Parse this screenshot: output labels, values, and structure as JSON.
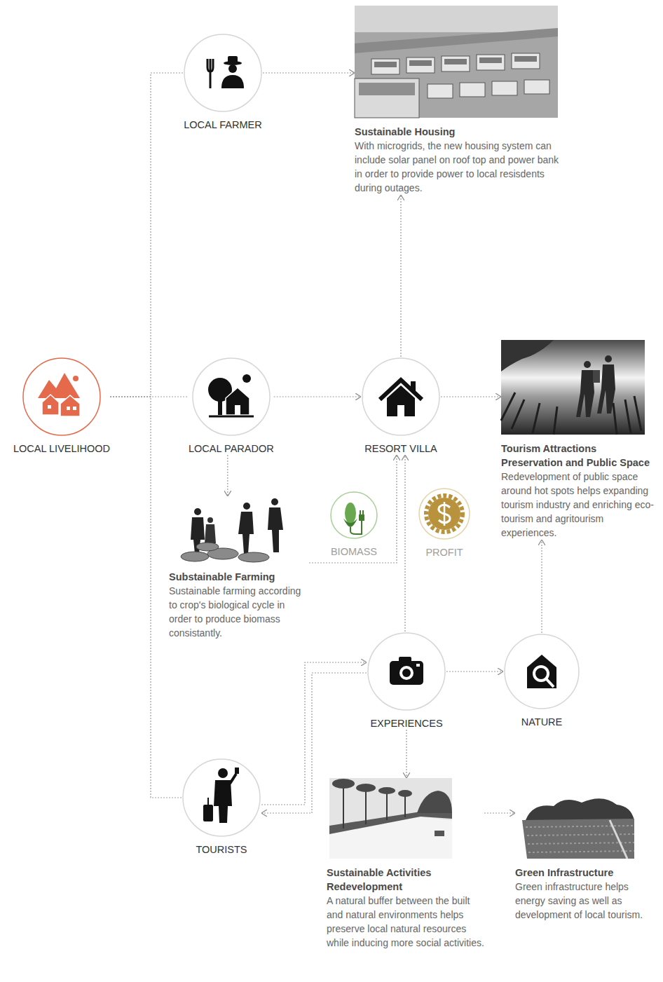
{
  "diagram": {
    "nodes": [
      {
        "text": [
          "LOCAL FARMER"
        ]
      },
      {
        "text": [
          "Sustainable Housing",
          "With microgrids, the new housing system can include solar panel on roof top and power bank in order to provide power to local resisdents during outages."
        ]
      },
      {
        "text": [
          "LOCAL LIVELIHOOD"
        ]
      },
      {
        "text": [
          "LOCAL PARADOR"
        ]
      },
      {
        "text": [
          "RESORT VILLA"
        ]
      },
      {
        "text": [
          "Tourism Attractions Preservation and Public Space",
          "Redevelopment of public space around hot spots helps expanding tourism industry and enriching eco-tourism and agritourism experiences."
        ]
      },
      {
        "text": [
          "BIOMASS"
        ]
      },
      {
        "text": [
          "PROFIT"
        ]
      },
      {
        "text": [
          "Substainable Farming",
          "Sustainable farming according to crop's biological cycle in order to produce biomass consistantly."
        ]
      },
      {
        "text": [
          "EXPERIENCES"
        ]
      },
      {
        "text": [
          "NATURE"
        ]
      },
      {
        "text": [
          "TOURISTS"
        ]
      },
      {
        "text": [
          "Sustainable Activities Redevelopment",
          "A natural buffer between the built and natural environments helps preserve local natural resources while inducing more social activities."
        ]
      },
      {
        "text": [
          "Green Infrastructure",
          "Green infrastructure helps energy saving as well as development of local tourism."
        ]
      }
    ],
    "edges": [
      {
        "from": 2,
        "to": 0,
        "arrow": "none"
      },
      {
        "from": 2,
        "to": 3,
        "arrow": "none"
      },
      {
        "from": 2,
        "to": 11,
        "arrow": "none"
      },
      {
        "from": 0,
        "to": 1,
        "arrow": "to"
      },
      {
        "from": 3,
        "to": 4,
        "arrow": "to"
      },
      {
        "from": 4,
        "to": 1,
        "arrow": "to"
      },
      {
        "from": 4,
        "to": 5,
        "arrow": "to"
      },
      {
        "from": 3,
        "to": 8,
        "arrow": "to"
      },
      {
        "from": 8,
        "to": 4,
        "arrow": "to"
      },
      {
        "from": 9,
        "to": 4,
        "arrow": "to"
      },
      {
        "from": 9,
        "to": 10,
        "arrow": "to"
      },
      {
        "from": 10,
        "to": 5,
        "arrow": "to"
      },
      {
        "from": 9,
        "to": 12,
        "arrow": "to"
      },
      {
        "from": 12,
        "to": 13,
        "arrow": "to"
      },
      {
        "from": 11,
        "to": 9,
        "arrow": "to"
      },
      {
        "from": 9,
        "to": 11,
        "arrow": "to"
      }
    ]
  }
}
